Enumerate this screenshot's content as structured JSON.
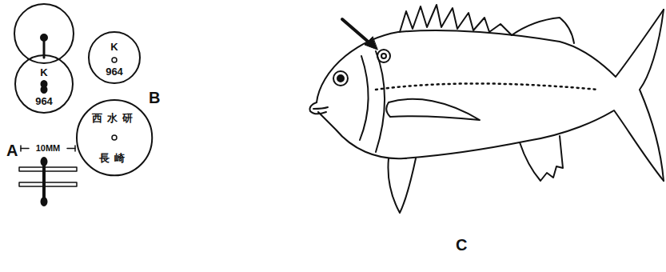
{
  "diagram": {
    "nodes": [
      {
        "text": [
          "K",
          "964"
        ]
      },
      {
        "text": [
          "K",
          "964"
        ]
      },
      {
        "text": [
          "西水研",
          "長崎"
        ]
      }
    ],
    "labels": [
      "A",
      "10MM",
      "B",
      "C"
    ]
  }
}
